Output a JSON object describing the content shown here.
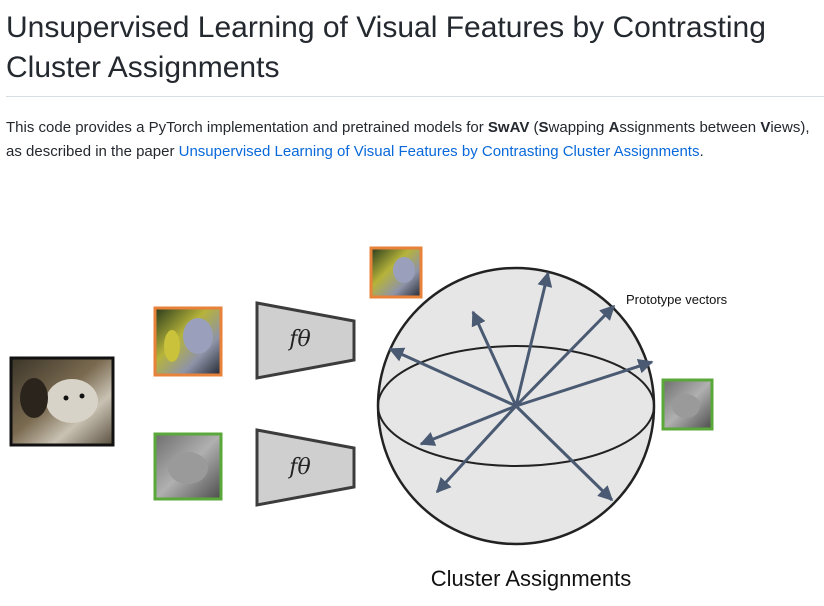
{
  "readme": {
    "title": "Unsupervised Learning of Visual Features by Contrasting Cluster Assignments",
    "description": {
      "intro": "This code provides a PyTorch implementation and pretrained models for ",
      "swav": "SwAV",
      "paren_open": " (",
      "s": "S",
      "wapping": "wapping ",
      "a": "A",
      "ssignments_between": "ssignments between ",
      "v": "V",
      "iews_described": "iews), as described in the paper ",
      "paper_link_text": "Unsupervised Learning of Visual Features by Contrasting Cluster Assignments",
      "period": "."
    }
  },
  "figure": {
    "encoder_label": "fθ",
    "prototype_label": "Prototype vectors",
    "caption": "Cluster Assignments",
    "colors": {
      "orange_border": "#e8813a",
      "green_border": "#5aa83a",
      "arrow": "#4a5a72",
      "sphere_fill": "#e6e6e6",
      "encoder_fill": "#cfcfcf"
    }
  }
}
